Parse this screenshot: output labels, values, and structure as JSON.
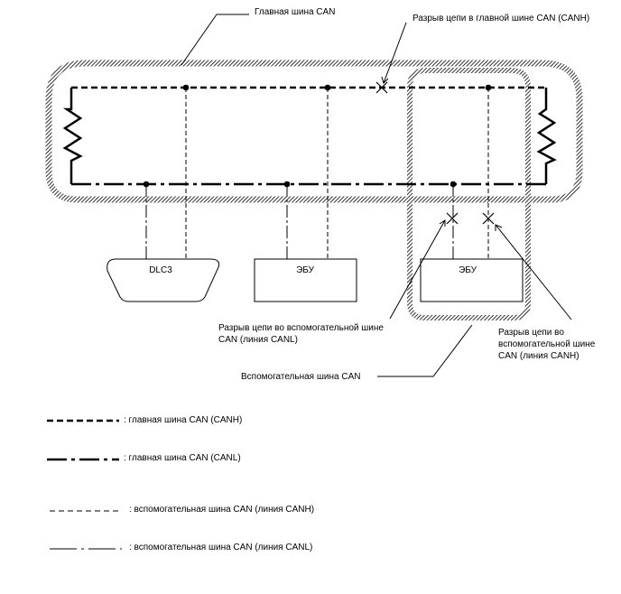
{
  "labels": {
    "main_bus": "Главная шина CAN",
    "main_break": "Разрыв цепи в главной шине CAN (CANH)",
    "sub_break_canl_1": "Разрыв цепи во вспомогательной шине",
    "sub_break_canl_2": "CAN (линия CANL)",
    "sub_break_canh_1": "Разрыв цепи во",
    "sub_break_canh_2": "вспомогательной шине",
    "sub_break_canh_3": "CAN (линия CANH)",
    "sub_bus": "Вспомогательная шина CAN"
  },
  "boxes": {
    "dlc3": "DLC3",
    "ecu_1": "ЭБУ",
    "ecu_2": "ЭБУ"
  },
  "legend": [
    {
      "text": ": главная шина CAN (CANH)"
    },
    {
      "text": ": главная шина CAN (CANL)"
    },
    {
      "text": ": вспомогательная шина CAN (линия CANH)"
    },
    {
      "text": ": вспомогательная шина CAN (линия CANL)"
    }
  ]
}
